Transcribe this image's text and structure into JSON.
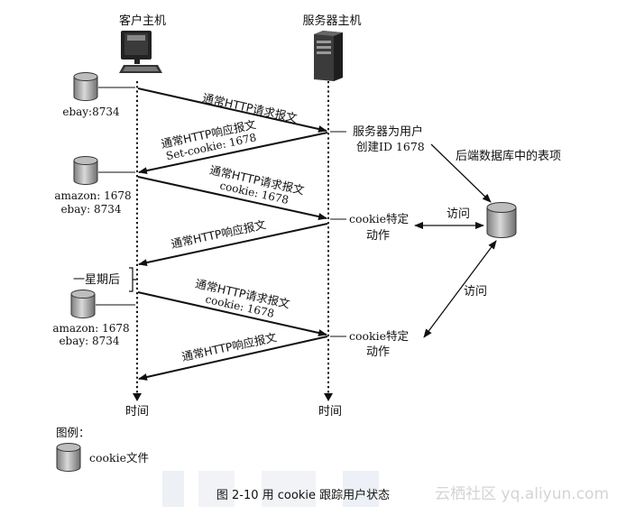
{
  "hosts": {
    "client_label": "客户主机",
    "server_label": "服务器主机",
    "client_time": "时间",
    "server_time": "时间"
  },
  "cookie_files": [
    {
      "lines": [
        "ebay:8734"
      ]
    },
    {
      "lines": [
        "amazon: 1678",
        "ebay: 8734"
      ]
    },
    {
      "lines": [
        "amazon: 1678",
        "ebay: 8734"
      ]
    }
  ],
  "messages": [
    {
      "lines": [
        "通常HTTP请求报文"
      ]
    },
    {
      "lines": [
        "通常HTTP响应报文",
        "Set-cookie: 1678"
      ]
    },
    {
      "lines": [
        "通常HTTP请求报文",
        "cookie: 1678"
      ]
    },
    {
      "lines": [
        "通常HTTP响应报文"
      ]
    },
    {
      "lines": [
        "通常HTTP请求报文",
        "cookie: 1678"
      ]
    },
    {
      "lines": [
        "通常HTTP响应报文"
      ]
    }
  ],
  "server_notes": {
    "create_id": [
      "服务器为用户",
      "创建ID 1678"
    ],
    "specific_action_1": [
      "cookie特定",
      "动作"
    ],
    "specific_action_2": [
      "cookie特定",
      "动作"
    ]
  },
  "backend": {
    "title": "后端数据库中的表项",
    "access_1": "访问",
    "access_2": "访问"
  },
  "week_later": "一星期后",
  "legend": {
    "title": "图例：",
    "item": "cookie文件"
  },
  "caption": "图 2-10    用 cookie 跟踪用户状态",
  "watermark": "云栖社区 yq.aliyun.com"
}
